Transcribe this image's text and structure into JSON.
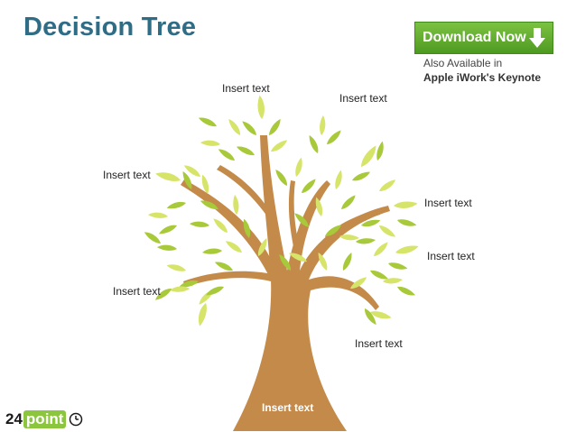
{
  "header": {
    "title": "Decision Tree",
    "download_label": "Download Now",
    "also_line1": "Also Available in",
    "also_line2": "Apple iWork's Keynote"
  },
  "labels": {
    "top_center": "Insert text",
    "top_right": "Insert text",
    "left_upper": "Insert text",
    "right_upper": "Insert text",
    "right_middle": "Insert text",
    "left_lower": "Insert text",
    "bottom_right": "Insert text",
    "trunk": "Insert text"
  },
  "logo": {
    "number": "24",
    "word": "point"
  },
  "colors": {
    "title": "#2f6d86",
    "trunk": "#c48a4a",
    "leaf_light": "#d6e46a",
    "leaf_dark": "#a7c93a",
    "button": "#5aa52a"
  }
}
